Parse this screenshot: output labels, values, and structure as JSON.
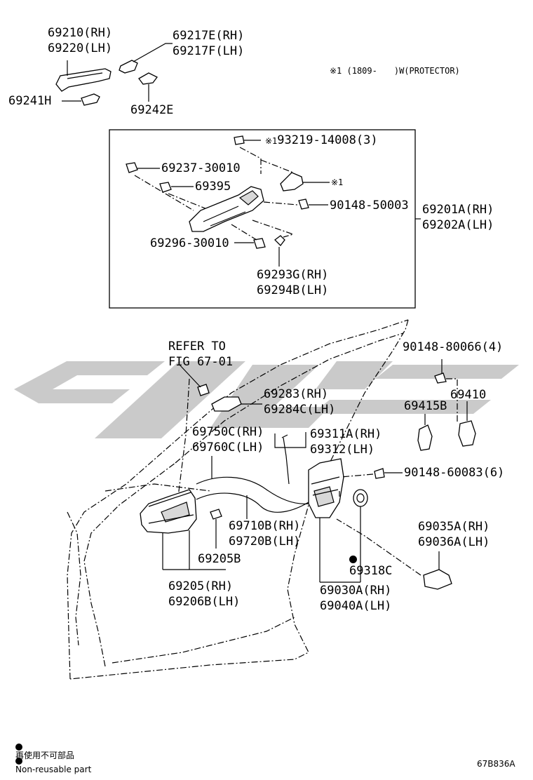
{
  "header": {
    "note": "※1 (1809-　　)W(PROTECTOR)"
  },
  "top_labels": {
    "handle_outer": [
      "69210(RH)",
      "69220(LH)"
    ],
    "pad_outer": [
      "69217E(RH)",
      "69217F(LH)"
    ],
    "cover": "69241H",
    "pad": "69242E"
  },
  "box_labels": {
    "bolt_top": "93219-14008(3)",
    "bolt_top_mark": "※1",
    "protector_mark": "※1",
    "nut": "69237-30010",
    "clip": "69395",
    "screw": "90148-50003",
    "bolt_bottom": "69296-30010",
    "rod": [
      "69293G(RH)",
      "69294B(LH)"
    ],
    "frame_assy": [
      "69201A(RH)",
      "69202A(LH)"
    ]
  },
  "door_labels": {
    "refer": [
      "REFER TO",
      "FIG 67-01"
    ],
    "pad_inner": [
      "69283(RH)",
      "69284C(LH)"
    ],
    "cable_upper": [
      "69750C(RH)",
      "69760C(LH)"
    ],
    "rod_lock": [
      "69311A(RH)",
      "69312(LH)"
    ],
    "screw_striker": "90148-80066(4)",
    "striker_cover": "69410",
    "wedge": "69415B",
    "screw_lock": "90148-60083(6)",
    "cable_lower": [
      "69710B(RH)",
      "69720B(LH)"
    ],
    "cap": "69205B",
    "handle_inner": [
      "69205(RH)",
      "69206B(LH)"
    ],
    "seal": "69318C",
    "lock_assy": [
      "69030A(RH)",
      "69040A(LH)"
    ],
    "striker": [
      "69035A(RH)",
      "69036A(LH)"
    ]
  },
  "legend": {
    "jp": "再使用不可部品",
    "en": "Non-reusable part"
  },
  "figure_code": "67B836A"
}
